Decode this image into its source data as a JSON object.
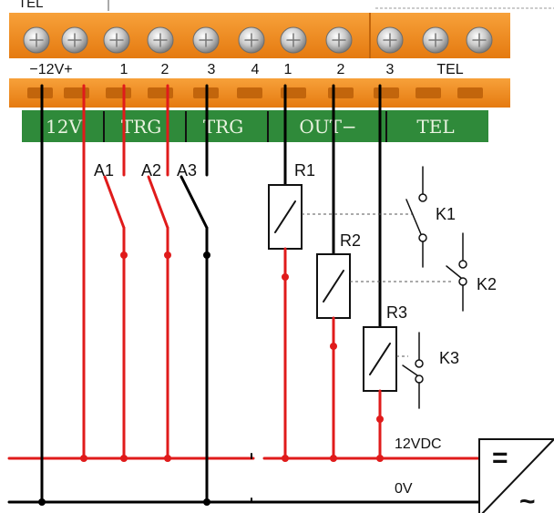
{
  "top_label": "TEL",
  "terminal_labels": [
    "−12V+",
    "1",
    "2",
    "3",
    "4",
    "1",
    "2",
    "3",
    "TEL"
  ],
  "group_labels": [
    "12V",
    "TRG",
    "TRG",
    "OUT−",
    "TEL"
  ],
  "trigger_labels": [
    "A1",
    "A2",
    "A3"
  ],
  "relay_labels": [
    "R1",
    "R2",
    "R3"
  ],
  "contact_labels": [
    "K1",
    "K2",
    "K3"
  ],
  "rail_labels": {
    "positive": "12VDC",
    "ground": "0V"
  },
  "converter_symbols": {
    "dc": "=",
    "ac": "~"
  },
  "colors": {
    "terminal_orange": "#f08a1c",
    "label_green": "#2f8a3a",
    "positive_wire": "#e01b1b",
    "ground_wire": "#000000"
  }
}
